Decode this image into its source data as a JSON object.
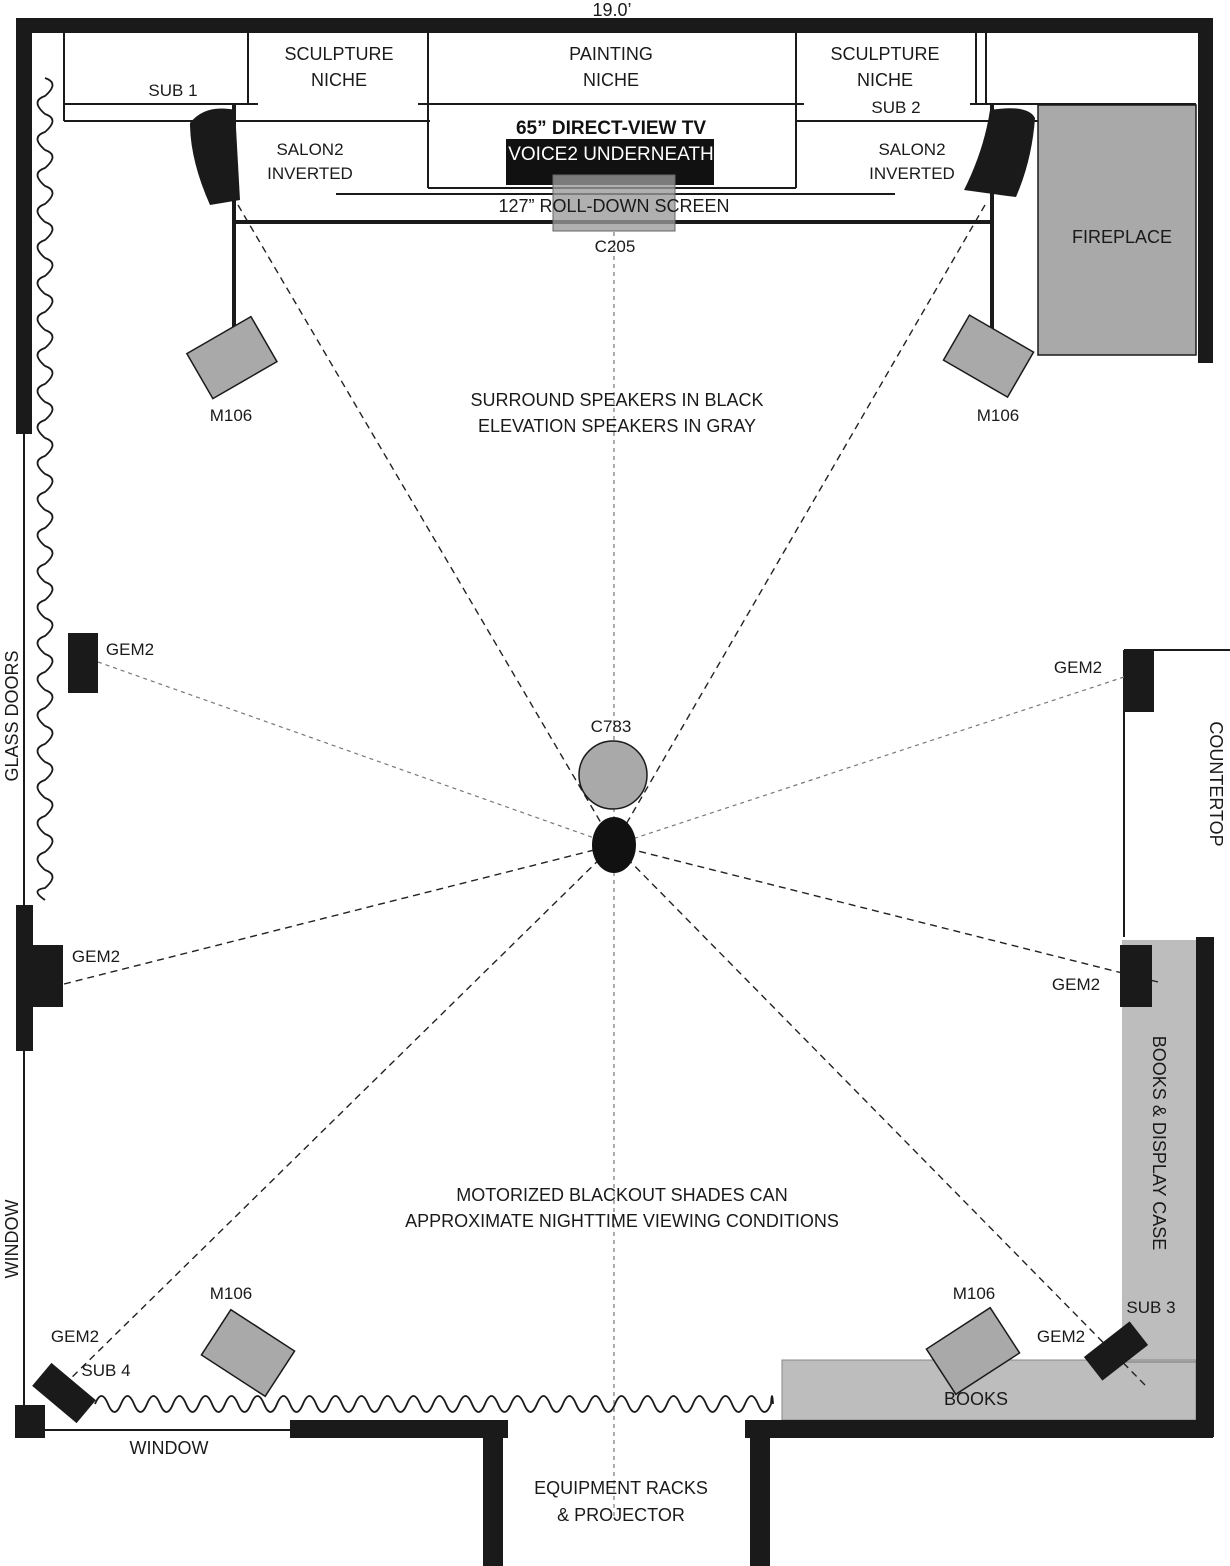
{
  "labels": {
    "dimension": "19.0’",
    "sculpture_niche": [
      "SCULPTURE",
      "NICHE"
    ],
    "painting_niche": [
      "PAINTING",
      "NICHE"
    ],
    "sub1": "SUB 1",
    "sub2": "SUB 2",
    "sub3": "SUB 3",
    "sub4": "SUB 4",
    "salon2_inverted": [
      "SALON2",
      "INVERTED"
    ],
    "tv": "65” DIRECT-VIEW TV",
    "voice2": "VOICE2 UNDERNEATH",
    "screen": "127” ROLL-DOWN SCREEN",
    "c205": "C205",
    "fireplace": "FIREPLACE",
    "m106": "M106",
    "note_top": [
      "SURROUND SPEAKERS IN BLACK",
      "ELEVATION SPEAKERS IN GRAY"
    ],
    "gem2": "GEM2",
    "c783": "C783",
    "glass_doors": "GLASS DOORS",
    "countertop": "COUNTERTOP",
    "books_display": "BOOKS & DISPLAY CASE",
    "note_bottom": [
      "MOTORIZED BLACKOUT SHADES CAN",
      "APPROXIMATE NIGHTTIME VIEWING CONDITIONS"
    ],
    "window": "WINDOW",
    "books": "BOOKS",
    "equipment": [
      "EQUIPMENT RACKS",
      "& PROJECTOR"
    ]
  },
  "legend_colors": {
    "surround": "#1a1a1a",
    "elevation": "#a9a9a9"
  }
}
